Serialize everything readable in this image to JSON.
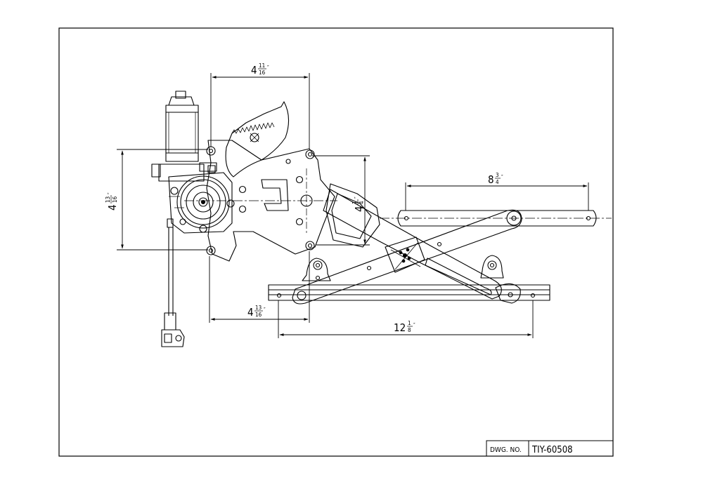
{
  "dimensions": {
    "top_width": {
      "whole": "4",
      "num": "11",
      "den": "16",
      "unit": "″"
    },
    "bottom_width": {
      "whole": "4",
      "num": "13",
      "den": "16",
      "unit": "″"
    },
    "left_height": {
      "whole": "4",
      "num": "13",
      "den": "16",
      "unit": "″"
    },
    "stroke_height": {
      "whole": "4",
      "num": "1",
      "den": "4",
      "unit": "″"
    },
    "arm_length": {
      "whole": "8",
      "num": "3",
      "den": "4",
      "unit": "″"
    },
    "rail_length": {
      "whole": "12",
      "num": "1",
      "den": "8",
      "unit": "″"
    }
  },
  "title_block": {
    "label": "DWG. NO.",
    "number": "TIY-60508"
  }
}
